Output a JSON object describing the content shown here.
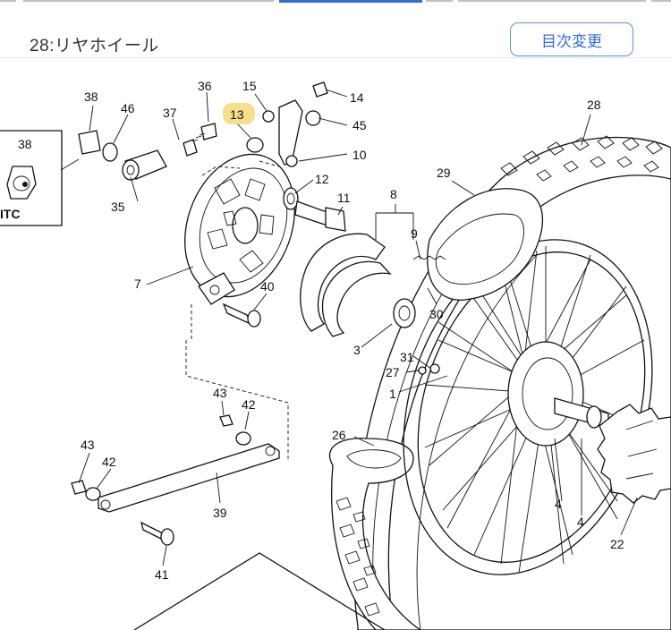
{
  "header": {
    "title": "28:リヤホイール",
    "toc_button": "目次変更"
  },
  "accent_color": "#2f6fd6",
  "highlight_color": "#f6d877",
  "inset": {
    "part": "38",
    "label": "ITC"
  },
  "callouts": [
    "38",
    "46",
    "36",
    "37",
    "13",
    "15",
    "14",
    "45",
    "10",
    "28",
    "35",
    "12",
    "11",
    "8",
    "29",
    "9",
    "7",
    "40",
    "30",
    "3",
    "31",
    "27",
    "1",
    "43",
    "42",
    "26",
    "43",
    "42",
    "39",
    "4",
    "4",
    "22",
    "41"
  ],
  "highlighted_callout": "13"
}
